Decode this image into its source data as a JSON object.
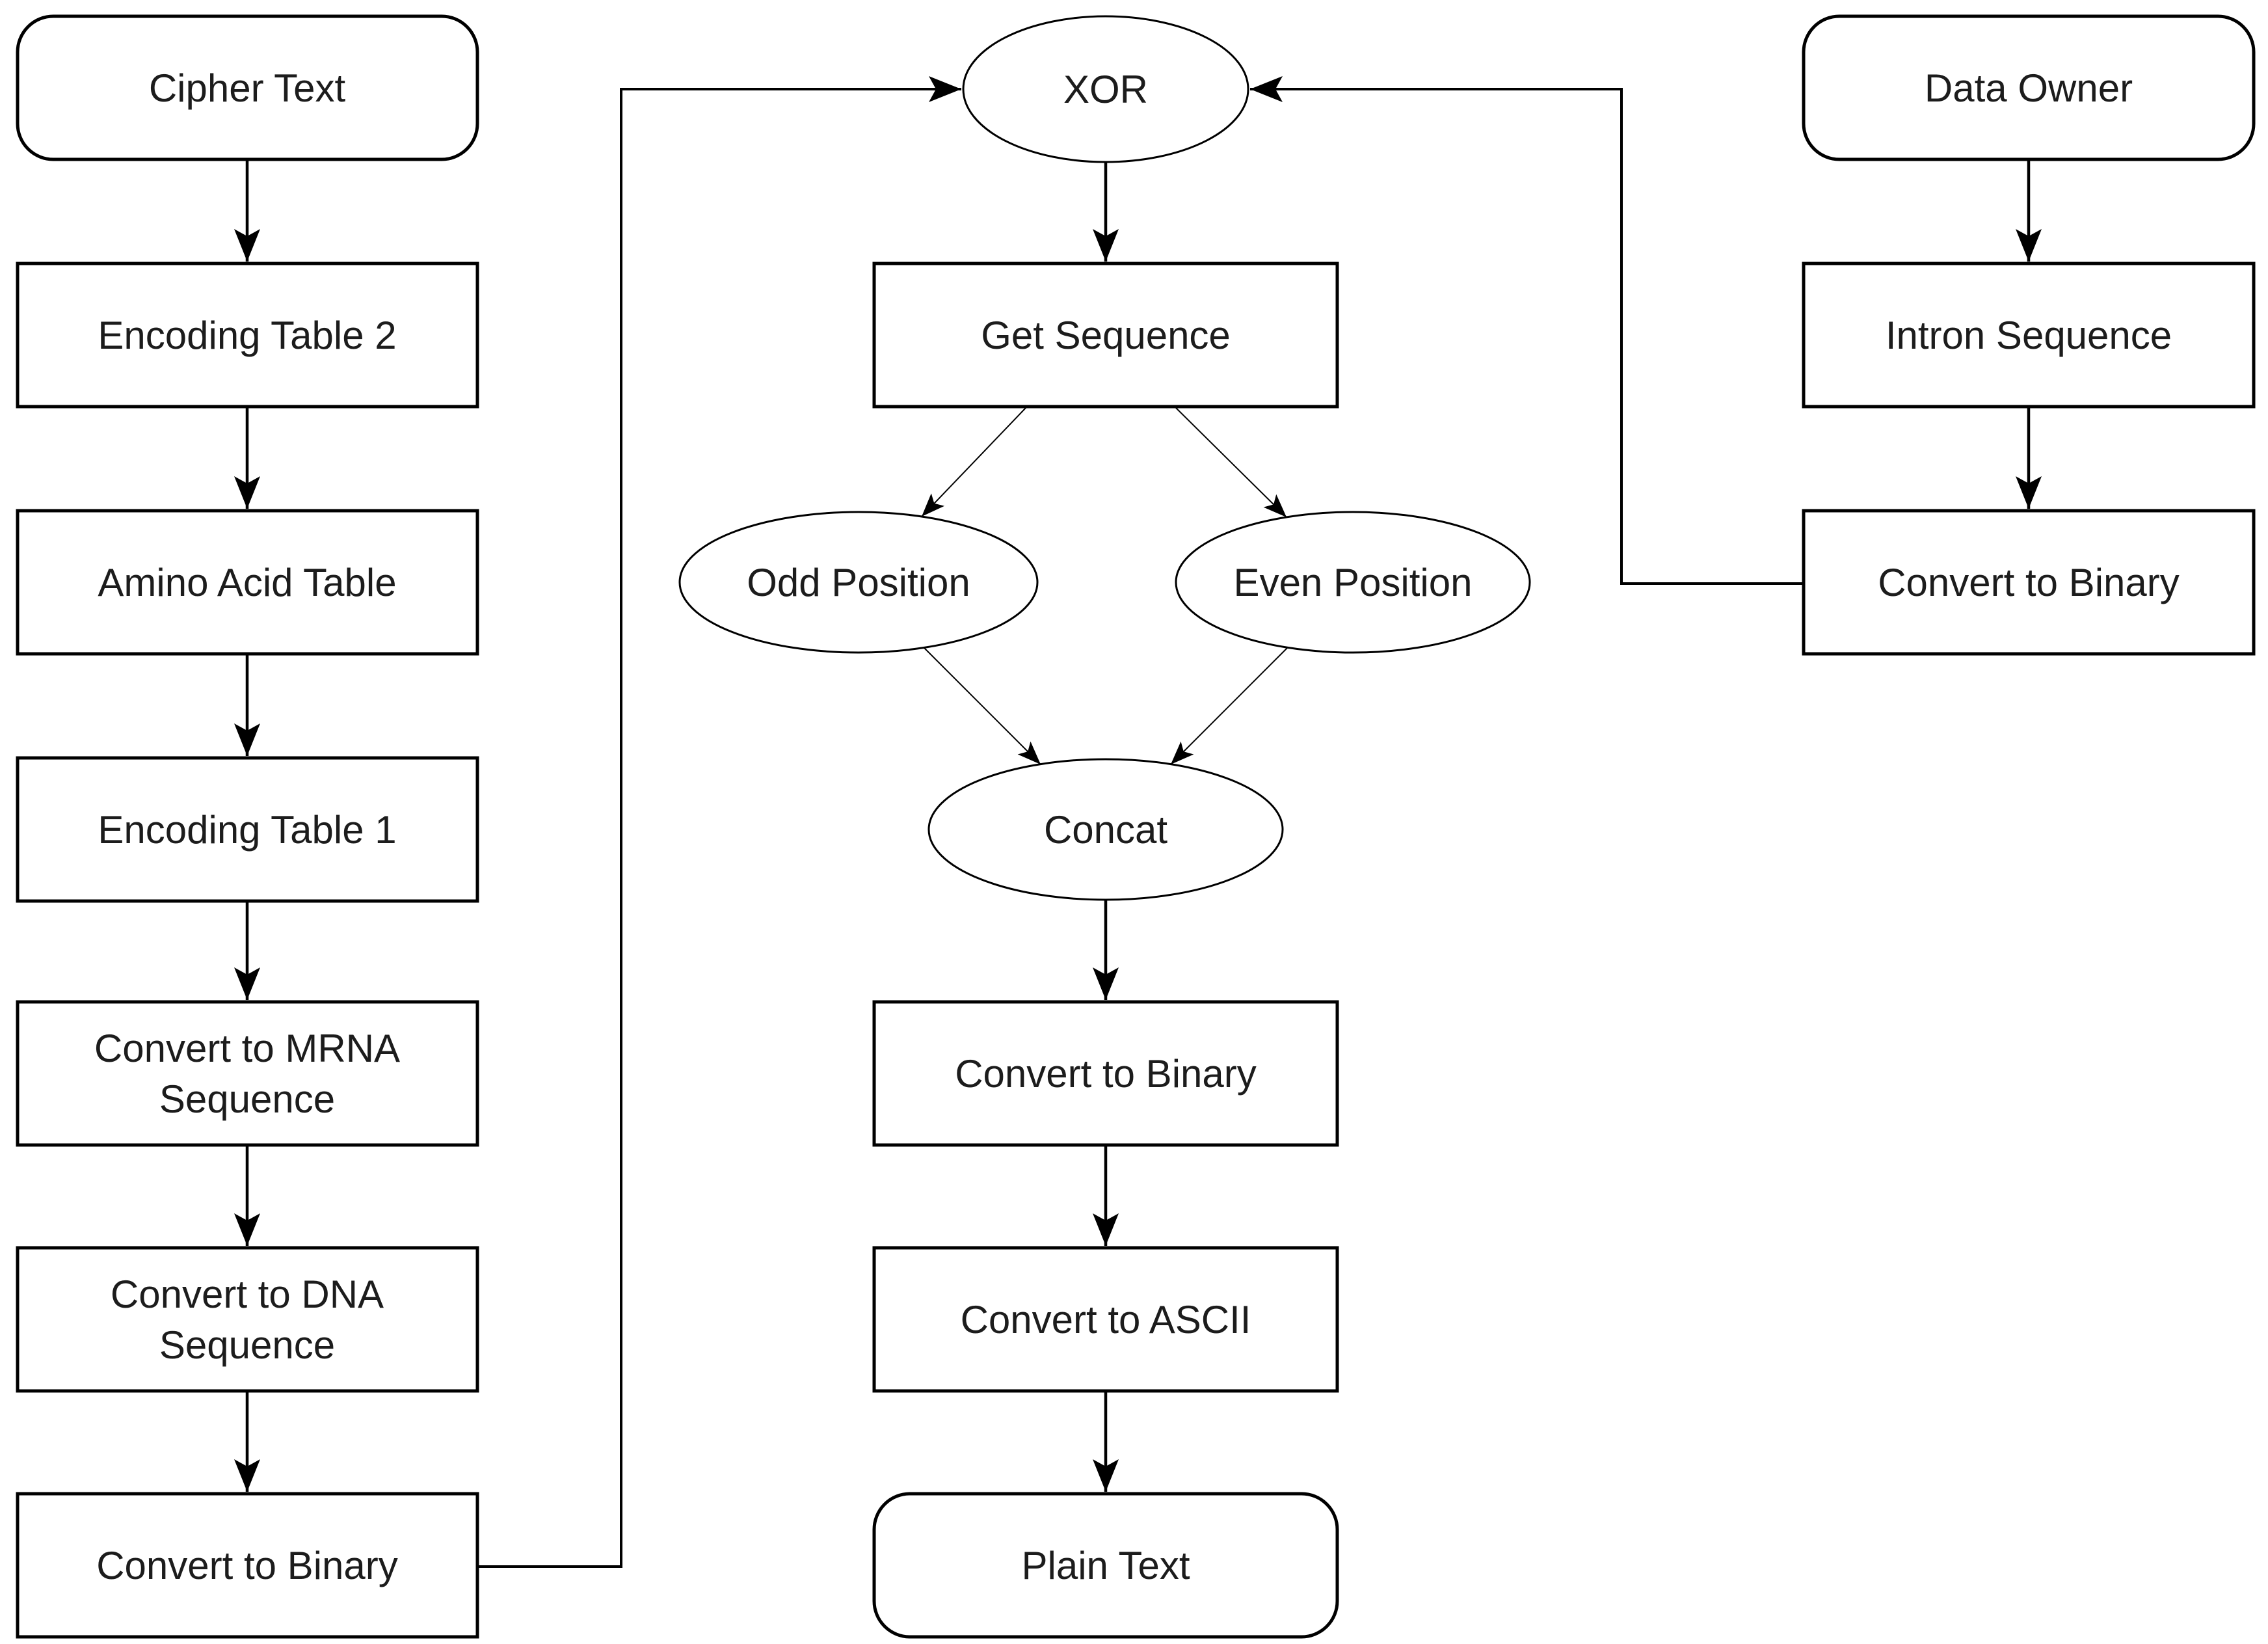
{
  "diagram": {
    "type": "flowchart",
    "colors": {
      "background": "#ffffff",
      "shape_fill": "#ffffff",
      "stroke": "#000000",
      "text": "#1c1c1c"
    },
    "nodes": {
      "cipher_text": {
        "label": "Cipher Text",
        "shape": "rounded-rect"
      },
      "encoding_table_2": {
        "label": "Encoding Table 2",
        "shape": "rect"
      },
      "amino_acid_table": {
        "label": "Amino Acid Table",
        "shape": "rect"
      },
      "encoding_table_1": {
        "label": "Encoding Table 1",
        "shape": "rect"
      },
      "convert_to_mrna": {
        "label": "Convert to MRNA Sequence",
        "line1": "Convert to MRNA",
        "line2": "Sequence",
        "shape": "rect"
      },
      "convert_to_dna": {
        "label": "Convert to DNA Sequence",
        "line1": "Convert to DNA",
        "line2": "Sequence",
        "shape": "rect"
      },
      "convert_to_binary_left": {
        "label": "Convert to Binary",
        "shape": "rect"
      },
      "xor": {
        "label": "XOR",
        "shape": "ellipse"
      },
      "get_sequence": {
        "label": "Get Sequence",
        "shape": "rect"
      },
      "odd_position": {
        "label": "Odd Position",
        "shape": "ellipse"
      },
      "even_position": {
        "label": "Even Position",
        "shape": "ellipse"
      },
      "concat": {
        "label": "Concat",
        "shape": "ellipse"
      },
      "convert_to_binary_middle": {
        "label": "Convert to Binary",
        "shape": "rect"
      },
      "convert_to_ascii": {
        "label": "Convert to ASCII",
        "shape": "rect"
      },
      "plain_text": {
        "label": "Plain Text",
        "shape": "rounded-rect"
      },
      "data_owner": {
        "label": "Data Owner",
        "shape": "rounded-rect"
      },
      "intron_sequence": {
        "label": "Intron Sequence",
        "shape": "rect"
      },
      "convert_to_binary_right": {
        "label": "Convert to Binary",
        "shape": "rect"
      }
    },
    "edges": [
      {
        "from": "cipher_text",
        "to": "encoding_table_2",
        "style": "solid"
      },
      {
        "from": "encoding_table_2",
        "to": "amino_acid_table",
        "style": "solid"
      },
      {
        "from": "amino_acid_table",
        "to": "encoding_table_1",
        "style": "solid"
      },
      {
        "from": "encoding_table_1",
        "to": "convert_to_mrna",
        "style": "solid"
      },
      {
        "from": "convert_to_mrna",
        "to": "convert_to_dna",
        "style": "solid"
      },
      {
        "from": "convert_to_dna",
        "to": "convert_to_binary_left",
        "style": "solid"
      },
      {
        "from": "convert_to_binary_left",
        "to": "xor",
        "style": "solid-orthogonal"
      },
      {
        "from": "data_owner",
        "to": "intron_sequence",
        "style": "solid"
      },
      {
        "from": "intron_sequence",
        "to": "convert_to_binary_right",
        "style": "solid"
      },
      {
        "from": "convert_to_binary_right",
        "to": "xor",
        "style": "solid-orthogonal"
      },
      {
        "from": "xor",
        "to": "get_sequence",
        "style": "solid"
      },
      {
        "from": "get_sequence",
        "to": "odd_position",
        "style": "thin"
      },
      {
        "from": "get_sequence",
        "to": "even_position",
        "style": "thin"
      },
      {
        "from": "odd_position",
        "to": "concat",
        "style": "thin"
      },
      {
        "from": "even_position",
        "to": "concat",
        "style": "thin"
      },
      {
        "from": "concat",
        "to": "convert_to_binary_middle",
        "style": "solid"
      },
      {
        "from": "convert_to_binary_middle",
        "to": "convert_to_ascii",
        "style": "solid"
      },
      {
        "from": "convert_to_ascii",
        "to": "plain_text",
        "style": "solid"
      }
    ]
  }
}
